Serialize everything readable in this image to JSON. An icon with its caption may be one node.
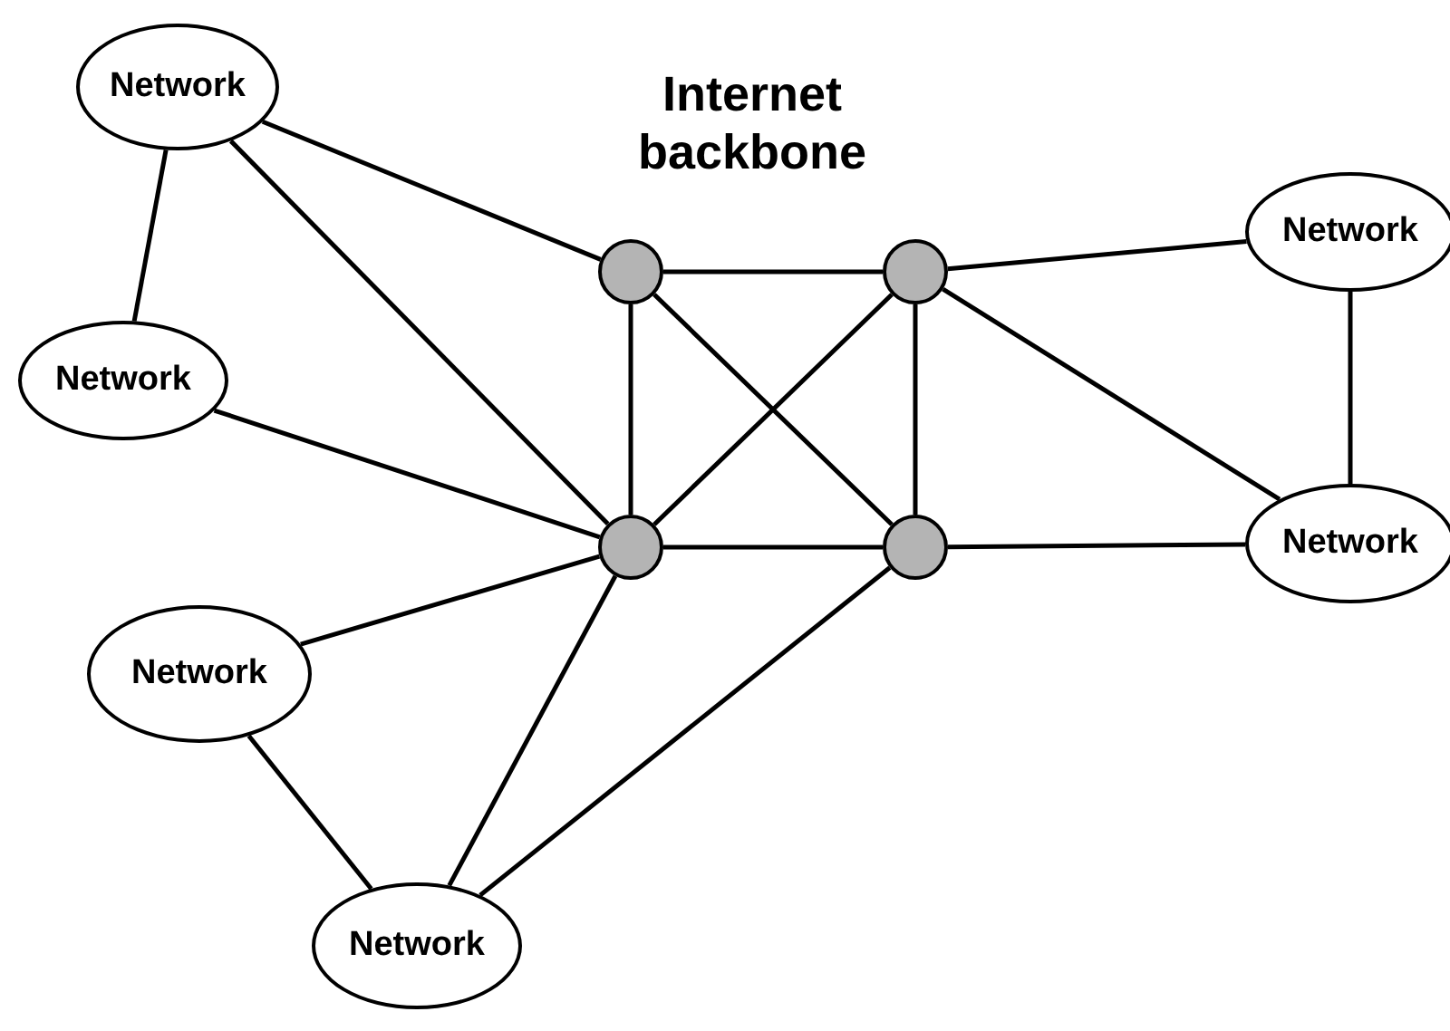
{
  "diagram": {
    "nodes": [
      {
        "text": [
          "Network"
        ]
      },
      {
        "text": [
          "Network"
        ]
      },
      {
        "text": [
          "Network"
        ]
      },
      {
        "text": [
          "Network"
        ]
      },
      {
        "text": [
          "Network"
        ]
      },
      {
        "text": [
          "Network"
        ]
      },
      {
        "text": [],
        "shape": "circle"
      },
      {
        "text": [],
        "shape": "circle"
      },
      {
        "text": [],
        "shape": "circle"
      },
      {
        "text": [],
        "shape": "circle"
      }
    ],
    "edges": [
      {
        "from": 0,
        "to": 1,
        "arrow": "none"
      },
      {
        "from": 0,
        "to": 6,
        "arrow": "none"
      },
      {
        "from": 0,
        "to": 8,
        "arrow": "none"
      },
      {
        "from": 1,
        "to": 8,
        "arrow": "none"
      },
      {
        "from": 2,
        "to": 8,
        "arrow": "none"
      },
      {
        "from": 2,
        "to": 3,
        "arrow": "none"
      },
      {
        "from": 3,
        "to": 8,
        "arrow": "none"
      },
      {
        "from": 3,
        "to": 9,
        "arrow": "none"
      },
      {
        "from": 6,
        "to": 7,
        "arrow": "none"
      },
      {
        "from": 6,
        "to": 8,
        "arrow": "none"
      },
      {
        "from": 6,
        "to": 9,
        "arrow": "none"
      },
      {
        "from": 7,
        "to": 8,
        "arrow": "none"
      },
      {
        "from": 7,
        "to": 9,
        "arrow": "none"
      },
      {
        "from": 8,
        "to": 9,
        "arrow": "none"
      },
      {
        "from": 7,
        "to": 4,
        "arrow": "none"
      },
      {
        "from": 7,
        "to": 5,
        "arrow": "none"
      },
      {
        "from": 4,
        "to": 5,
        "arrow": "none"
      },
      {
        "from": 9,
        "to": 5,
        "arrow": "none"
      }
    ],
    "labels": [
      "Internet backbone"
    ]
  }
}
